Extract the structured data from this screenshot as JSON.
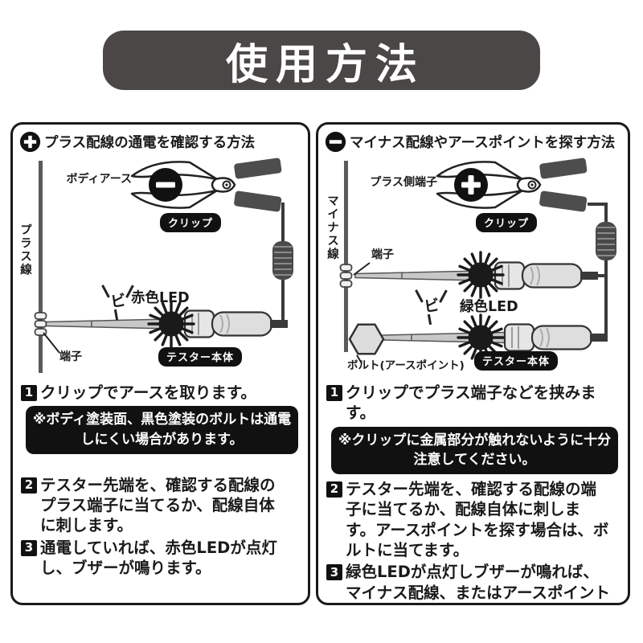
{
  "title": "使用方法",
  "colors": {
    "title_bar": "#4b4747",
    "panel_border": "#1a1a1a",
    "badge_bg": "#111111",
    "note_bg": "#111111",
    "clip_handle": "#4d4d4d",
    "tester_fill": "#dedede",
    "led_burst": "#1a1a1a",
    "wire": "#555555"
  },
  "icons": {
    "plus_panel": "plus-circle-icon",
    "minus_panel": "minus-circle-icon"
  },
  "panels": {
    "plus": {
      "header": "プラス配線の通電を確認する方法",
      "labels": {
        "clip_target": "ボディアース",
        "clip_badge": "クリップ",
        "wire": "プラス線",
        "beep": "ビ",
        "led": "赤色LED",
        "terminal": "端子",
        "tester_badge": "テスター本体"
      },
      "steps": [
        {
          "num": "1",
          "text": "クリップでアースを取ります。"
        },
        {
          "num": "2",
          "text": "テスター先端を、確認する配線のプラス端子に当てるか、配線自体に刺します。"
        },
        {
          "num": "3",
          "text": "通電していれば、赤色LEDが点灯し、ブザーが鳴ります。"
        }
      ],
      "note": "※ボディ塗装面、黒色塗装のボルトは通電しにくい場合があります。"
    },
    "minus": {
      "header": "マイナス配線やアースポイントを探す方法",
      "labels": {
        "clip_target": "プラス側端子",
        "clip_badge": "クリップ",
        "wire": "マイナス線",
        "beep": "ビ",
        "led": "緑色LED",
        "terminal": "端子",
        "bolt": "ボルト(アースポイント)",
        "tester_badge": "テスター本体"
      },
      "steps": [
        {
          "num": "1",
          "text": "クリップでプラス端子などを挟みます。"
        },
        {
          "num": "2",
          "text": "テスター先端を、確認する配線の端子に当てるか、配線自体に刺します。アースポイントを探す場合は、ボルトに当てます。"
        },
        {
          "num": "3",
          "text": "緑色LEDが点灯しブザーが鳴れば、マイナス配線、またはアースポイントです。"
        }
      ],
      "note": "※クリップに金属部分が触れないように十分注意してください。"
    }
  }
}
